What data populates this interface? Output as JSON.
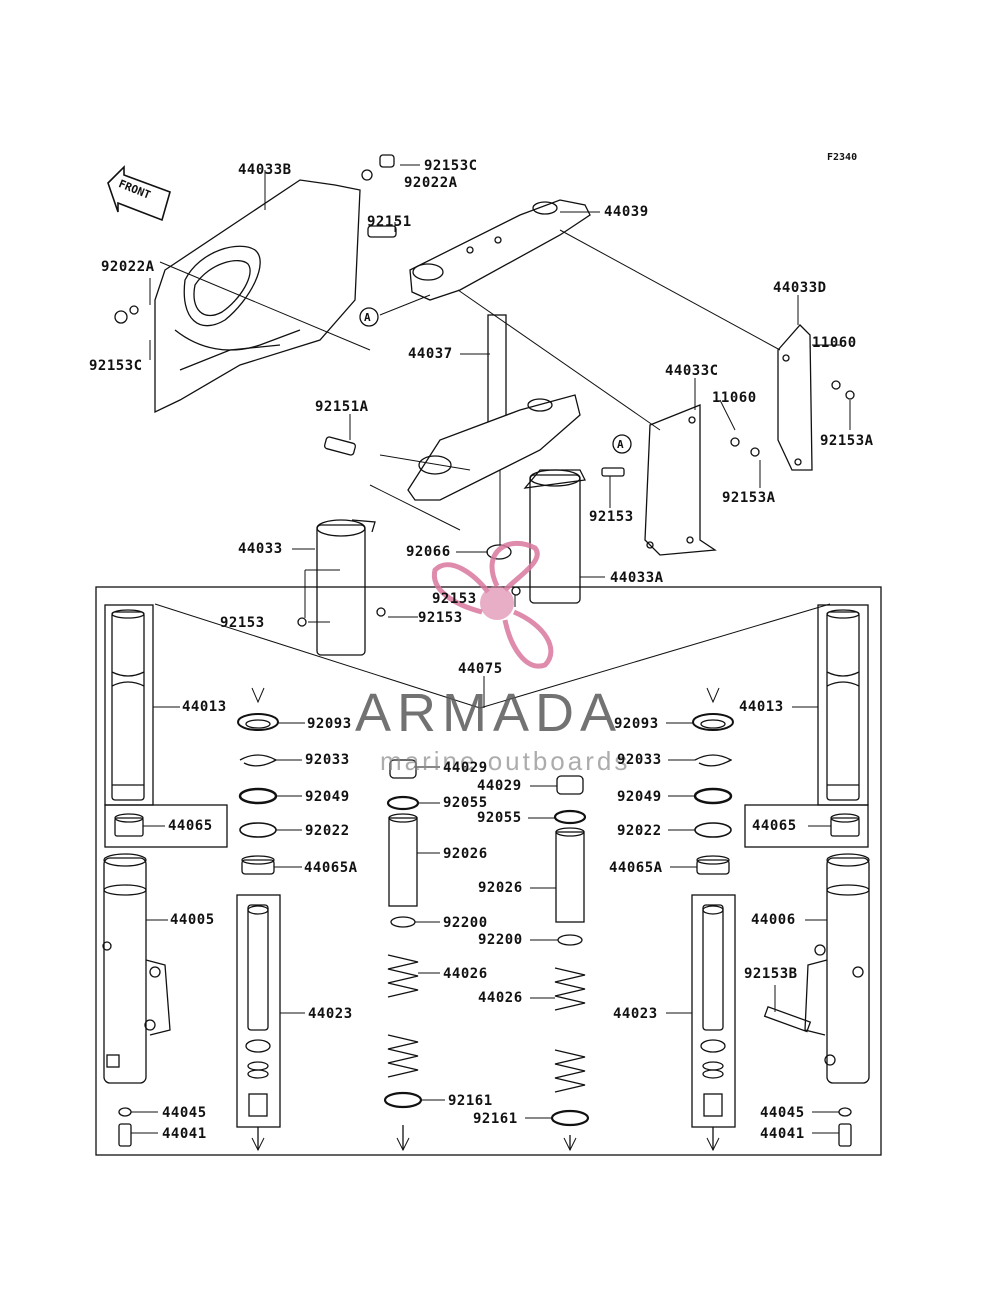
{
  "figure_code": "F2340",
  "front_label": "FRONT",
  "watermark": {
    "brand": "ARMADA",
    "tagline": "marine outboards",
    "accent": "#d9779e"
  },
  "callouts": {
    "c_44033B": "44033B",
    "c_92153C_top": "92153C",
    "c_92022A_top": "92022A",
    "c_92151": "92151",
    "c_44039": "44039",
    "c_92022A_left": "92022A",
    "c_92153C_left": "92153C",
    "c_44033D": "44033D",
    "c_11060_right": "11060",
    "c_44037": "44037",
    "c_44033C": "44033C",
    "c_11060_mid": "11060",
    "c_92151A": "92151A",
    "c_92153A_right": "92153A",
    "c_92153A_mid": "92153A",
    "c_A_left": "A",
    "c_A_right": "A",
    "c_92153_mid": "92153",
    "c_44033": "44033",
    "c_92066": "92066",
    "c_44033A": "44033A",
    "c_92153_a": "92153",
    "c_92153_b": "92153",
    "c_92153_c": "92153",
    "c_44075": "44075",
    "c_44013_l": "44013",
    "c_92093_l": "92093",
    "c_92033_l": "92033",
    "c_44029_l": "44029",
    "c_92049_l": "92049",
    "c_92055_l": "92055",
    "c_44065_l": "44065",
    "c_92022_l": "92022",
    "c_92026_l": "92026",
    "c_44065A_l": "44065A",
    "c_44005": "44005",
    "c_92200_l": "92200",
    "c_44026_l": "44026",
    "c_44023_l": "44023",
    "c_92161_l": "92161",
    "c_44045_l": "44045",
    "c_44041_l": "44041",
    "c_44013_r": "44013",
    "c_92093_r": "92093",
    "c_92033_r": "92033",
    "c_44029_r": "44029",
    "c_92049_r": "92049",
    "c_92055_r": "92055",
    "c_44065_r": "44065",
    "c_92022_r": "92022",
    "c_92026_r": "92026",
    "c_44065A_r": "44065A",
    "c_44006": "44006",
    "c_92200_r": "92200",
    "c_44026_r": "44026",
    "c_92153B": "92153B",
    "c_44023_r": "44023",
    "c_92161_r": "92161",
    "c_44045_r": "44045",
    "c_44041_r": "44041"
  }
}
